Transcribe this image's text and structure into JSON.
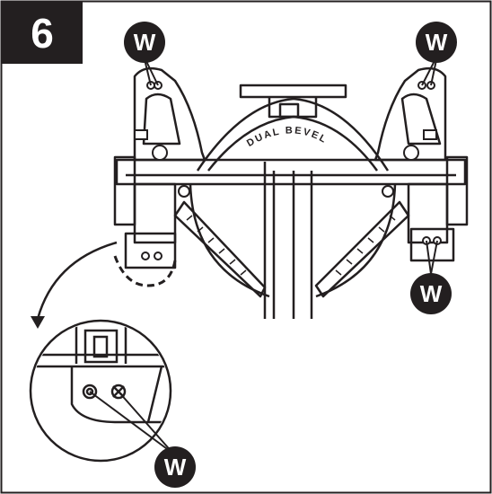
{
  "step": {
    "number": "6"
  },
  "callouts": {
    "label": "W"
  },
  "diagram": {
    "subject": "miter saw base, top view",
    "bevel_scale_text": "DUAL BEVEL",
    "detail_view": "magnified corner with two mounting holes",
    "colors": {
      "ink": "#231f20",
      "paper": "#ffffff"
    },
    "icons": [
      "curved-arrow-icon",
      "magnifier-circle-icon",
      "dashed-highlight-icon"
    ]
  }
}
